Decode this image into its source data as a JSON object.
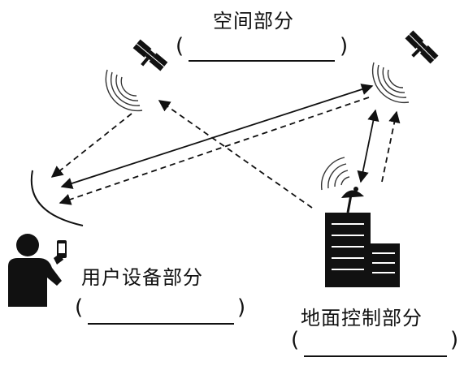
{
  "labels": {
    "space": "空间部分",
    "user": "用户设备部分",
    "ground": "地面控制部分"
  },
  "blank": {
    "open": "(",
    "close": ")"
  },
  "icons": {
    "satellite_left": "satellite-icon",
    "satellite_right": "satellite-icon",
    "ground_station": "ground-antenna-icon",
    "control_building": "building-icon",
    "person": "person-with-phone-icon"
  }
}
